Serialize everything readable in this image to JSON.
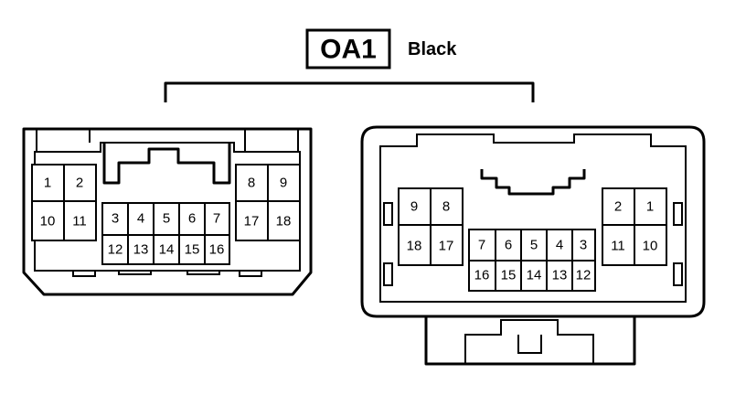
{
  "connector": {
    "code": "OA1",
    "color": "Black"
  },
  "left_connector": {
    "pins": [
      "1",
      "2",
      "10",
      "11",
      "8",
      "9",
      "17",
      "18",
      "3",
      "4",
      "5",
      "6",
      "7",
      "12",
      "13",
      "14",
      "15",
      "16"
    ]
  },
  "right_connector": {
    "pins": [
      "9",
      "8",
      "18",
      "17",
      "2",
      "1",
      "11",
      "10",
      "7",
      "6",
      "5",
      "4",
      "3",
      "16",
      "15",
      "14",
      "13",
      "12"
    ]
  }
}
